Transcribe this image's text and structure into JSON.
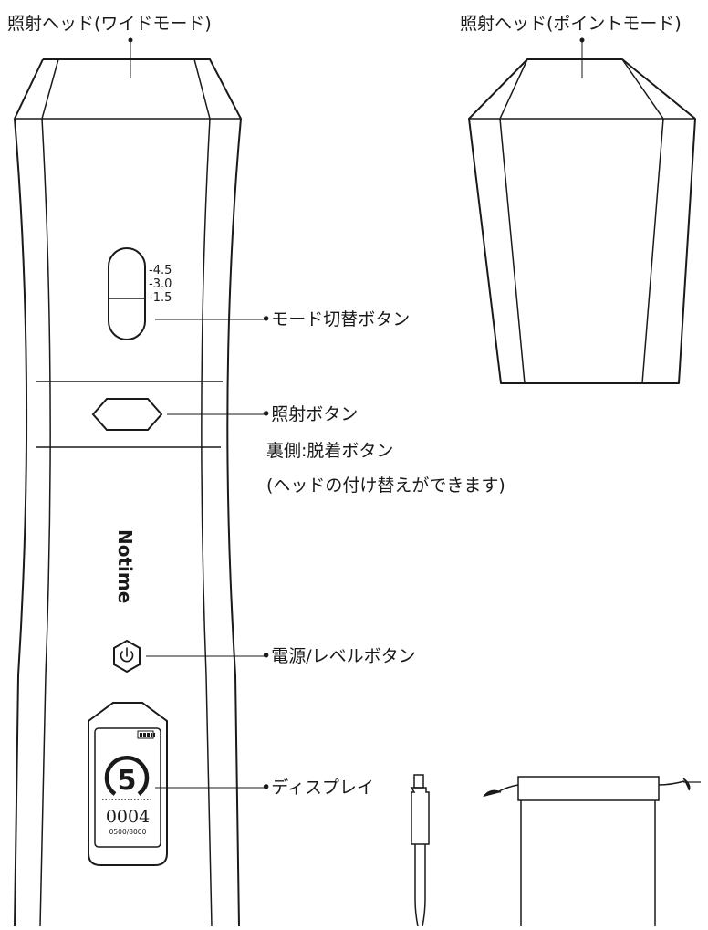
{
  "labels": {
    "head_wide": "照射ヘッド(ワイドモード)",
    "head_point": "照射ヘッド(ポイントモード)",
    "mode_button": "•モード切替ボタン",
    "irradiation_button": "•照射ボタン",
    "back_release": "裏側:脱着ボタン",
    "head_swap_note": "(ヘッドの付け替えができます)",
    "power_button": "•電源/レベルボタン",
    "display": "•ディスプレイ"
  },
  "device": {
    "brand": "Notime",
    "mode_levels": [
      "-4.5",
      "-3.0",
      "-1.5"
    ],
    "screen": {
      "level": "5",
      "counter": "0004",
      "counter_total": "0500/8000"
    }
  }
}
